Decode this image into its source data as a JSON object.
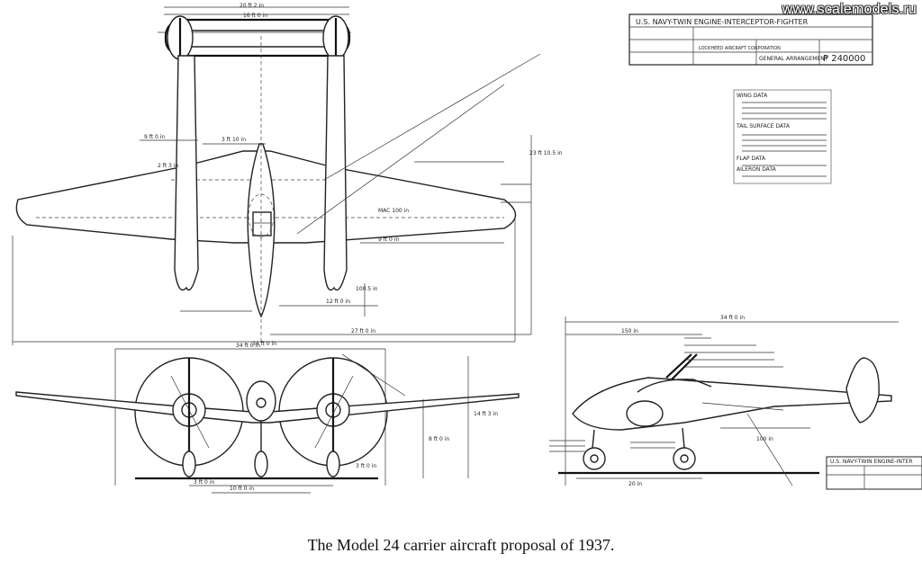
{
  "watermark": "www.scalemodels.ru",
  "caption": "The Model 24 carrier aircraft proposal of 1937.",
  "title_block": {
    "heading": "U.S. NAVY-TWIN ENGINE-INTERCEPTOR-FIGHTER",
    "company": "LOCKHEED AIRCRAFT CORPORATION",
    "sheet_title": "GENERAL ARRANGEMENT",
    "drawing_no": "P 240000"
  },
  "data_table": {
    "wing_heading": "WING DATA",
    "tail_heading": "TAIL SURFACE DATA",
    "flap_heading": "FLAP DATA",
    "aileron_heading": "AILERON DATA"
  },
  "side_title_block": {
    "heading": "U.S. NAVY-TWIN ENGINE-INTER"
  },
  "plan_dims": {
    "span": "34 ft 0 in",
    "nacelle_spacing": "20 ft 2 in",
    "tail_span": "16 ft 0 in",
    "station": "9 ft 0 in",
    "chord_root": "3 ft 10 in",
    "mac": "MAC 100 in",
    "tip": "2 ft 3 in",
    "length": "27 ft 0 in",
    "nose": "12 ft 0 in",
    "sta": "100.5 in",
    "height": "23 ft 10.5 in"
  },
  "front_dims": {
    "span": "34 ft 0 in",
    "prop": "3 ft 0 in",
    "height": "14 ft 3 in",
    "gear": "8 ft 0 in",
    "track": "10 ft 0 in",
    "gear2": "3 ft 0 in"
  },
  "side_dims": {
    "length": "34 ft 0 in",
    "nose": "150 in",
    "wheel": "20 in",
    "ground": "100 in"
  }
}
